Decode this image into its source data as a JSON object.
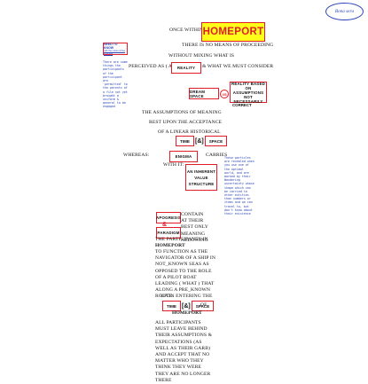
{
  "logo": {
    "text": "Bona sera"
  },
  "header": {
    "line1": "ONCE WITHIN",
    "homeport": "HOMEPORT",
    "line2": "THERE IS NO MEANS OF PROCEEDING",
    "line3": "WITHOUT MIXING WHAT IS"
  },
  "need_to_know": {
    "title": "NEED TO KNOW",
    "subtitle": "with the notion & fine structure"
  },
  "left_note": "There are some things the participants of the participant are 'permitted' to the parents of a file not yet brought a  uniform & general to be engaged",
  "perceived": {
    "before": "PERCEIVED AS ( A )",
    "box": "REALITY",
    "after": "& WHAT WE MUST CONSIDER"
  },
  "dream": {
    "box": "DREAM SPACE",
    "vs": "VS",
    "right_box": "REALITY BASED ON ASSUMPTIONS NOT NECESSARILY",
    "correct": "CORRECT"
  },
  "assumptions": {
    "line1": "THE ASSUMPTIONS OF MEANING",
    "line2": "REST UPON THE ACCEPTANCE",
    "line3": "OF A LINEAR HISTORICAL"
  },
  "time_space_1": {
    "time": "TIME",
    "amp": "[&]",
    "space": "SPACE"
  },
  "whereas": {
    "before": "WHEREAS:",
    "box": "ENIGMA",
    "after": "CARRIES"
  },
  "with_it": {
    "text": "WITH IT:",
    "box": "AN INHERENT VALUE STRUCTURE"
  },
  "right_note": "These particles are revealed when you use one of the optimal world, and are marked by their Wandering uncertainty whose shape which can be carried to other entities than numbers or items and we can travel to, but don't know about their existence",
  "aporia": {
    "box1": "APOGRESIS",
    "box2": "PARADIGM",
    "col1": "CONTAIN AT THEIR BEST ONLY MEANING ALLOWING",
    "body": "THE PARTICIPANTS IN",
    "homeport": "HOMEPORT",
    "body2": "TO FUNCTION AS THE NAVIGATOR OF A SHIP IN NOT_KNOWN SEAS AS OPPOSED TO THE ROLE OF A PILOT BOAT LEADING ( WHAT ) THAT ALONG A PRE_KNOWN ROUTE."
  },
  "entering": {
    "before": "UPON ENTERING THE",
    "after": "OF",
    "homeport": "HOMEPORT"
  },
  "time_space_2": {
    "time": "TIME",
    "amp": "[&]",
    "space": "SPACE"
  },
  "final": "ALL PARTICIPANTS MUST LEAVE BEHIND THEIR ASSUMPTIONS & EXPECTATIONS (AS WELL AS THEIR GARB) AND ACCEPT THAT NO MATTER WHO THEY THINK THEY WERE THEY ARE NO LONGER THERE"
}
